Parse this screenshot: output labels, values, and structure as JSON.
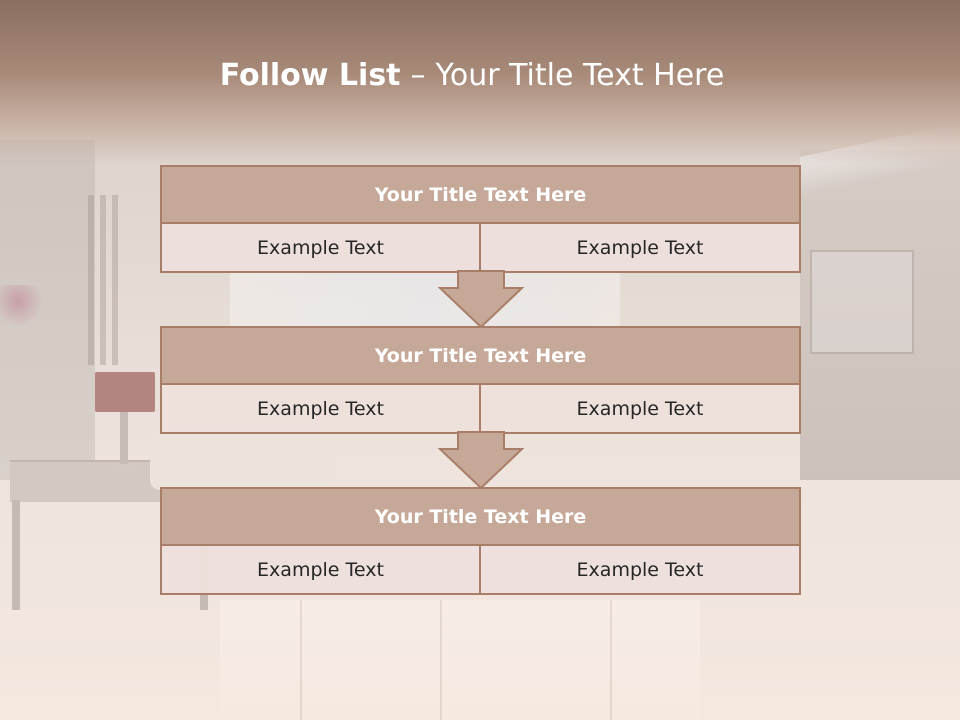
{
  "slide": {
    "title_bold": "Follow List",
    "title_separator": "–",
    "title_rest": "Your Title Text Here"
  },
  "steps": [
    {
      "title": "Your Title Text Here",
      "left_text": "Example Text",
      "right_text": "Example Text"
    },
    {
      "title": "Your Title Text Here",
      "left_text": "Example Text",
      "right_text": "Example Text"
    },
    {
      "title": "Your Title Text Here",
      "left_text": "Example Text",
      "right_text": "Example Text"
    }
  ],
  "colors": {
    "header_fill": "#c6a898",
    "border": "#a97e68",
    "cell_fill": "#eee1dc",
    "title_text": "#ffffff",
    "body_text": "#262626"
  }
}
